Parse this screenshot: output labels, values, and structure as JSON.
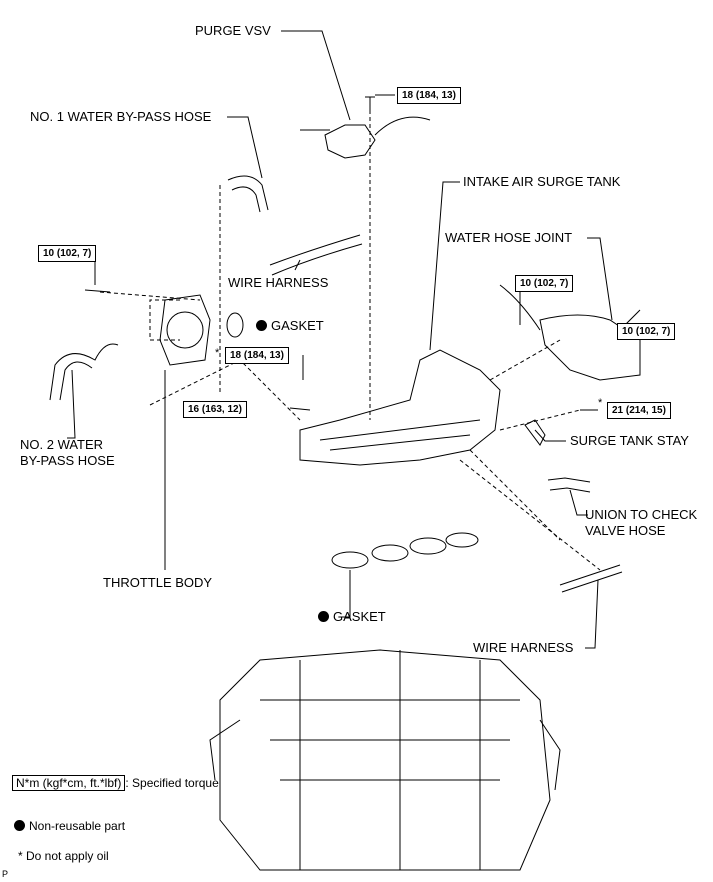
{
  "labels": {
    "purge_vsv": "PURGE VSV",
    "no1_water_bypass_hose": "NO. 1 WATER BY-PASS HOSE",
    "intake_air_surge_tank": "INTAKE AIR SURGE TANK",
    "water_hose_joint": "WATER HOSE JOINT",
    "wire_harness_top": "WIRE HARNESS",
    "gasket_throttle": "GASKET",
    "no2_water_bypass_hose_line1": "NO. 2 WATER",
    "no2_water_bypass_hose_line2": "BY-PASS HOSE",
    "surge_tank_stay": "SURGE TANK STAY",
    "union_hose_line1": "UNION TO CHECK",
    "union_hose_line2": "VALVE HOSE",
    "throttle_body": "THROTTLE BODY",
    "gasket_manifold": "GASKET",
    "wire_harness_bottom": "WIRE HARNESS"
  },
  "torques": {
    "purge_vsv_bolt": "18 (184, 13)",
    "throttle_bolt": "10 (102, 7)",
    "joint_bolt_left": "10 (102, 7)",
    "joint_bolt_right": "10 (102, 7)",
    "stud_bolt": "18 (184, 13)",
    "nut": "16 (163, 12)",
    "stay_bolt": "21 (214, 15)"
  },
  "marks": {
    "asterisk": "*"
  },
  "legend": {
    "torque_unit": "N*m (kgf*cm, ft.*lbf)",
    "torque_desc": ": Specified torque",
    "non_reusable": "Non-reusable part",
    "no_oil": "* Do not apply oil"
  },
  "footer_code": "P"
}
